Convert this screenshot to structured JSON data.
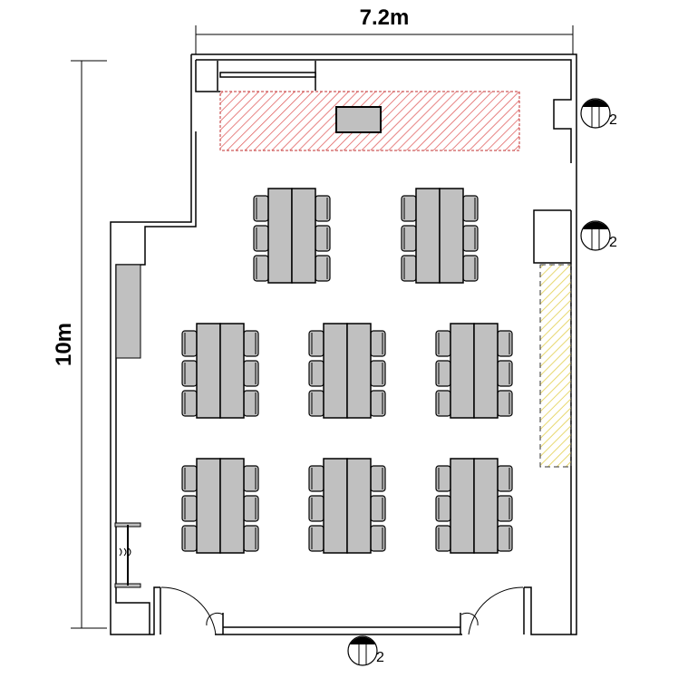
{
  "dimensions": {
    "width_label": "7.2m",
    "height_label": "10m"
  },
  "outlets": [
    {
      "id": "outlet-right-upper",
      "label": "2"
    },
    {
      "id": "outlet-right-lower",
      "label": "2"
    },
    {
      "id": "outlet-bottom",
      "label": "2"
    }
  ],
  "table_groups": {
    "rows": [
      2,
      3,
      3
    ],
    "chairs_per_side": 3
  },
  "colors": {
    "hatch_red": "#e05a5a",
    "hatch_yellow": "#e8d870",
    "furniture": "#c0c0c0",
    "wall": "#000000"
  }
}
